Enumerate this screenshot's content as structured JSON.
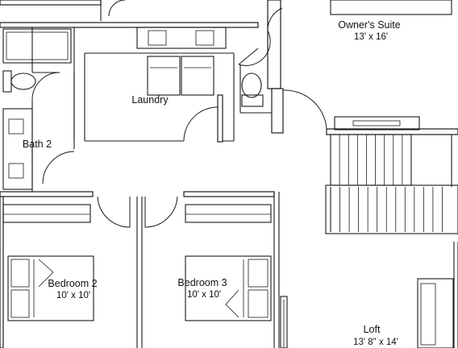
{
  "rooms": {
    "owners_suite": {
      "name": "Owner's Suite",
      "dims": "13' x 16'"
    },
    "laundry": {
      "name": "Laundry"
    },
    "bath2": {
      "name": "Bath 2"
    },
    "bedroom2": {
      "name": "Bedroom 2",
      "dims": "10' x 10'"
    },
    "bedroom3": {
      "name": "Bedroom 3",
      "dims": "10' x 10'"
    },
    "loft": {
      "name": "Loft",
      "dims": "13' 8\" x 14'"
    }
  }
}
